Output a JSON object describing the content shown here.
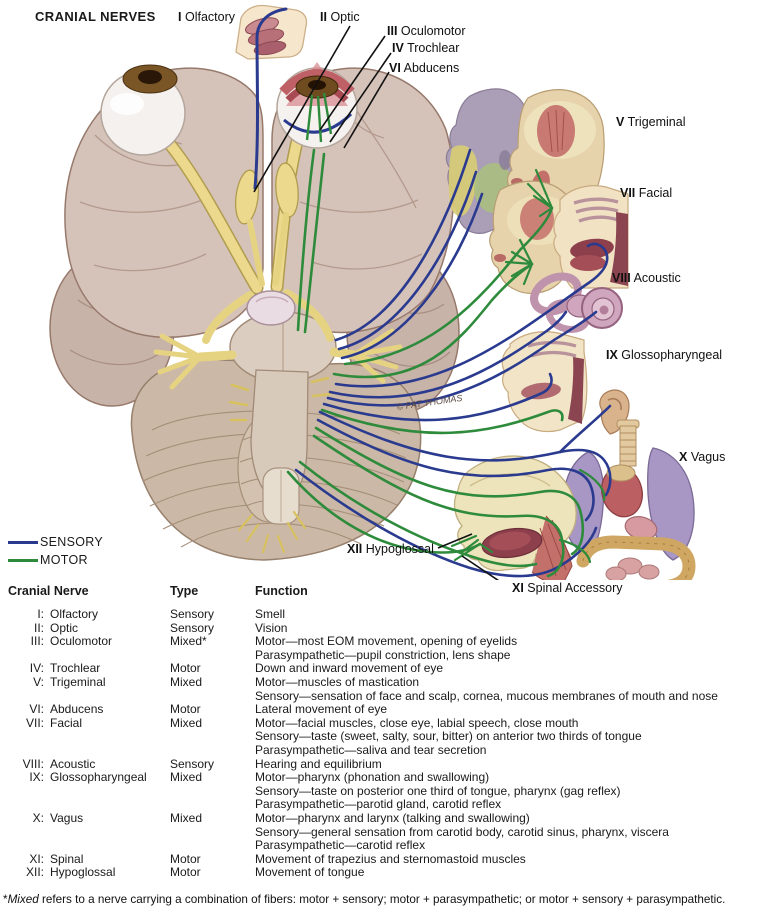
{
  "title": "CRANIAL NERVES",
  "artist_credit": "© PAT THOMAS",
  "colors": {
    "sensory": "#2a3a8f",
    "motor": "#2e8b3c"
  },
  "nerve_labels": [
    {
      "numeral": "I",
      "name": "Olfactory"
    },
    {
      "numeral": "II",
      "name": "Optic"
    },
    {
      "numeral": "III",
      "name": "Oculomotor"
    },
    {
      "numeral": "IV",
      "name": "Trochlear"
    },
    {
      "numeral": "VI",
      "name": "Abducens"
    },
    {
      "numeral": "V",
      "name": "Trigeminal"
    },
    {
      "numeral": "VII",
      "name": "Facial"
    },
    {
      "numeral": "VIII",
      "name": "Acoustic"
    },
    {
      "numeral": "IX",
      "name": "Glossopharyngeal"
    },
    {
      "numeral": "X",
      "name": "Vagus"
    },
    {
      "numeral": "XII",
      "name": "Hypoglossal"
    },
    {
      "numeral": "XI",
      "name": "Spinal Accessory"
    }
  ],
  "legend": [
    {
      "label": "SENSORY",
      "color": "#2a3a8f"
    },
    {
      "label": "MOTOR",
      "color": "#2e8b3c"
    }
  ],
  "table": {
    "headers": {
      "nerve": "Cranial Nerve",
      "type": "Type",
      "function": "Function"
    },
    "rows": [
      {
        "numeral": "I:",
        "name": "Olfactory",
        "type": "Sensory",
        "functions": [
          "Smell"
        ]
      },
      {
        "numeral": "II:",
        "name": "Optic",
        "type": "Sensory",
        "functions": [
          "Vision"
        ]
      },
      {
        "numeral": "III:",
        "name": "Oculomotor",
        "type": "Mixed*",
        "functions": [
          "Motor—most EOM movement, opening of eyelids",
          "Parasympathetic—pupil constriction, lens shape"
        ]
      },
      {
        "numeral": "IV:",
        "name": "Trochlear",
        "type": "Motor",
        "functions": [
          "Down and inward movement of eye"
        ]
      },
      {
        "numeral": "V:",
        "name": "Trigeminal",
        "type": "Mixed",
        "functions": [
          "Motor—muscles of mastication",
          "Sensory—sensation of face and scalp, cornea, mucous membranes of mouth and nose"
        ]
      },
      {
        "numeral": "VI:",
        "name": "Abducens",
        "type": "Motor",
        "functions": [
          "Lateral movement of eye"
        ]
      },
      {
        "numeral": "VII:",
        "name": "Facial",
        "type": "Mixed",
        "functions": [
          "Motor—facial muscles, close eye, labial speech, close mouth",
          "Sensory—taste (sweet, salty, sour, bitter) on anterior two thirds of tongue",
          "Parasympathetic—saliva and tear secretion"
        ]
      },
      {
        "numeral": "VIII:",
        "name": "Acoustic",
        "type": "Sensory",
        "functions": [
          "Hearing and equilibrium"
        ]
      },
      {
        "numeral": "IX:",
        "name": "Glossopharyngeal",
        "type": "Mixed",
        "functions": [
          "Motor—pharynx (phonation and swallowing)",
          "Sensory—taste on posterior one third of tongue, pharynx (gag reflex)",
          "Parasympathetic—parotid gland, carotid reflex"
        ]
      },
      {
        "numeral": "X:",
        "name": "Vagus",
        "type": "Mixed",
        "functions": [
          "Motor—pharynx and larynx (talking and swallowing)",
          "Sensory—general sensation from carotid body, carotid sinus, pharynx, viscera",
          "Parasympathetic—carotid reflex"
        ]
      },
      {
        "numeral": "XI:",
        "name": "Spinal",
        "type": "Motor",
        "functions": [
          "Movement of trapezius and sternomastoid muscles"
        ]
      },
      {
        "numeral": "XII:",
        "name": "Hypoglossal",
        "type": "Motor",
        "functions": [
          "Movement of tongue"
        ]
      }
    ],
    "footnote": {
      "star": "*",
      "term": "Mixed",
      "rest": " refers to a nerve carrying a combination of fibers: motor + sensory; motor + parasympathetic; or motor + sensory + parasympathetic."
    }
  }
}
